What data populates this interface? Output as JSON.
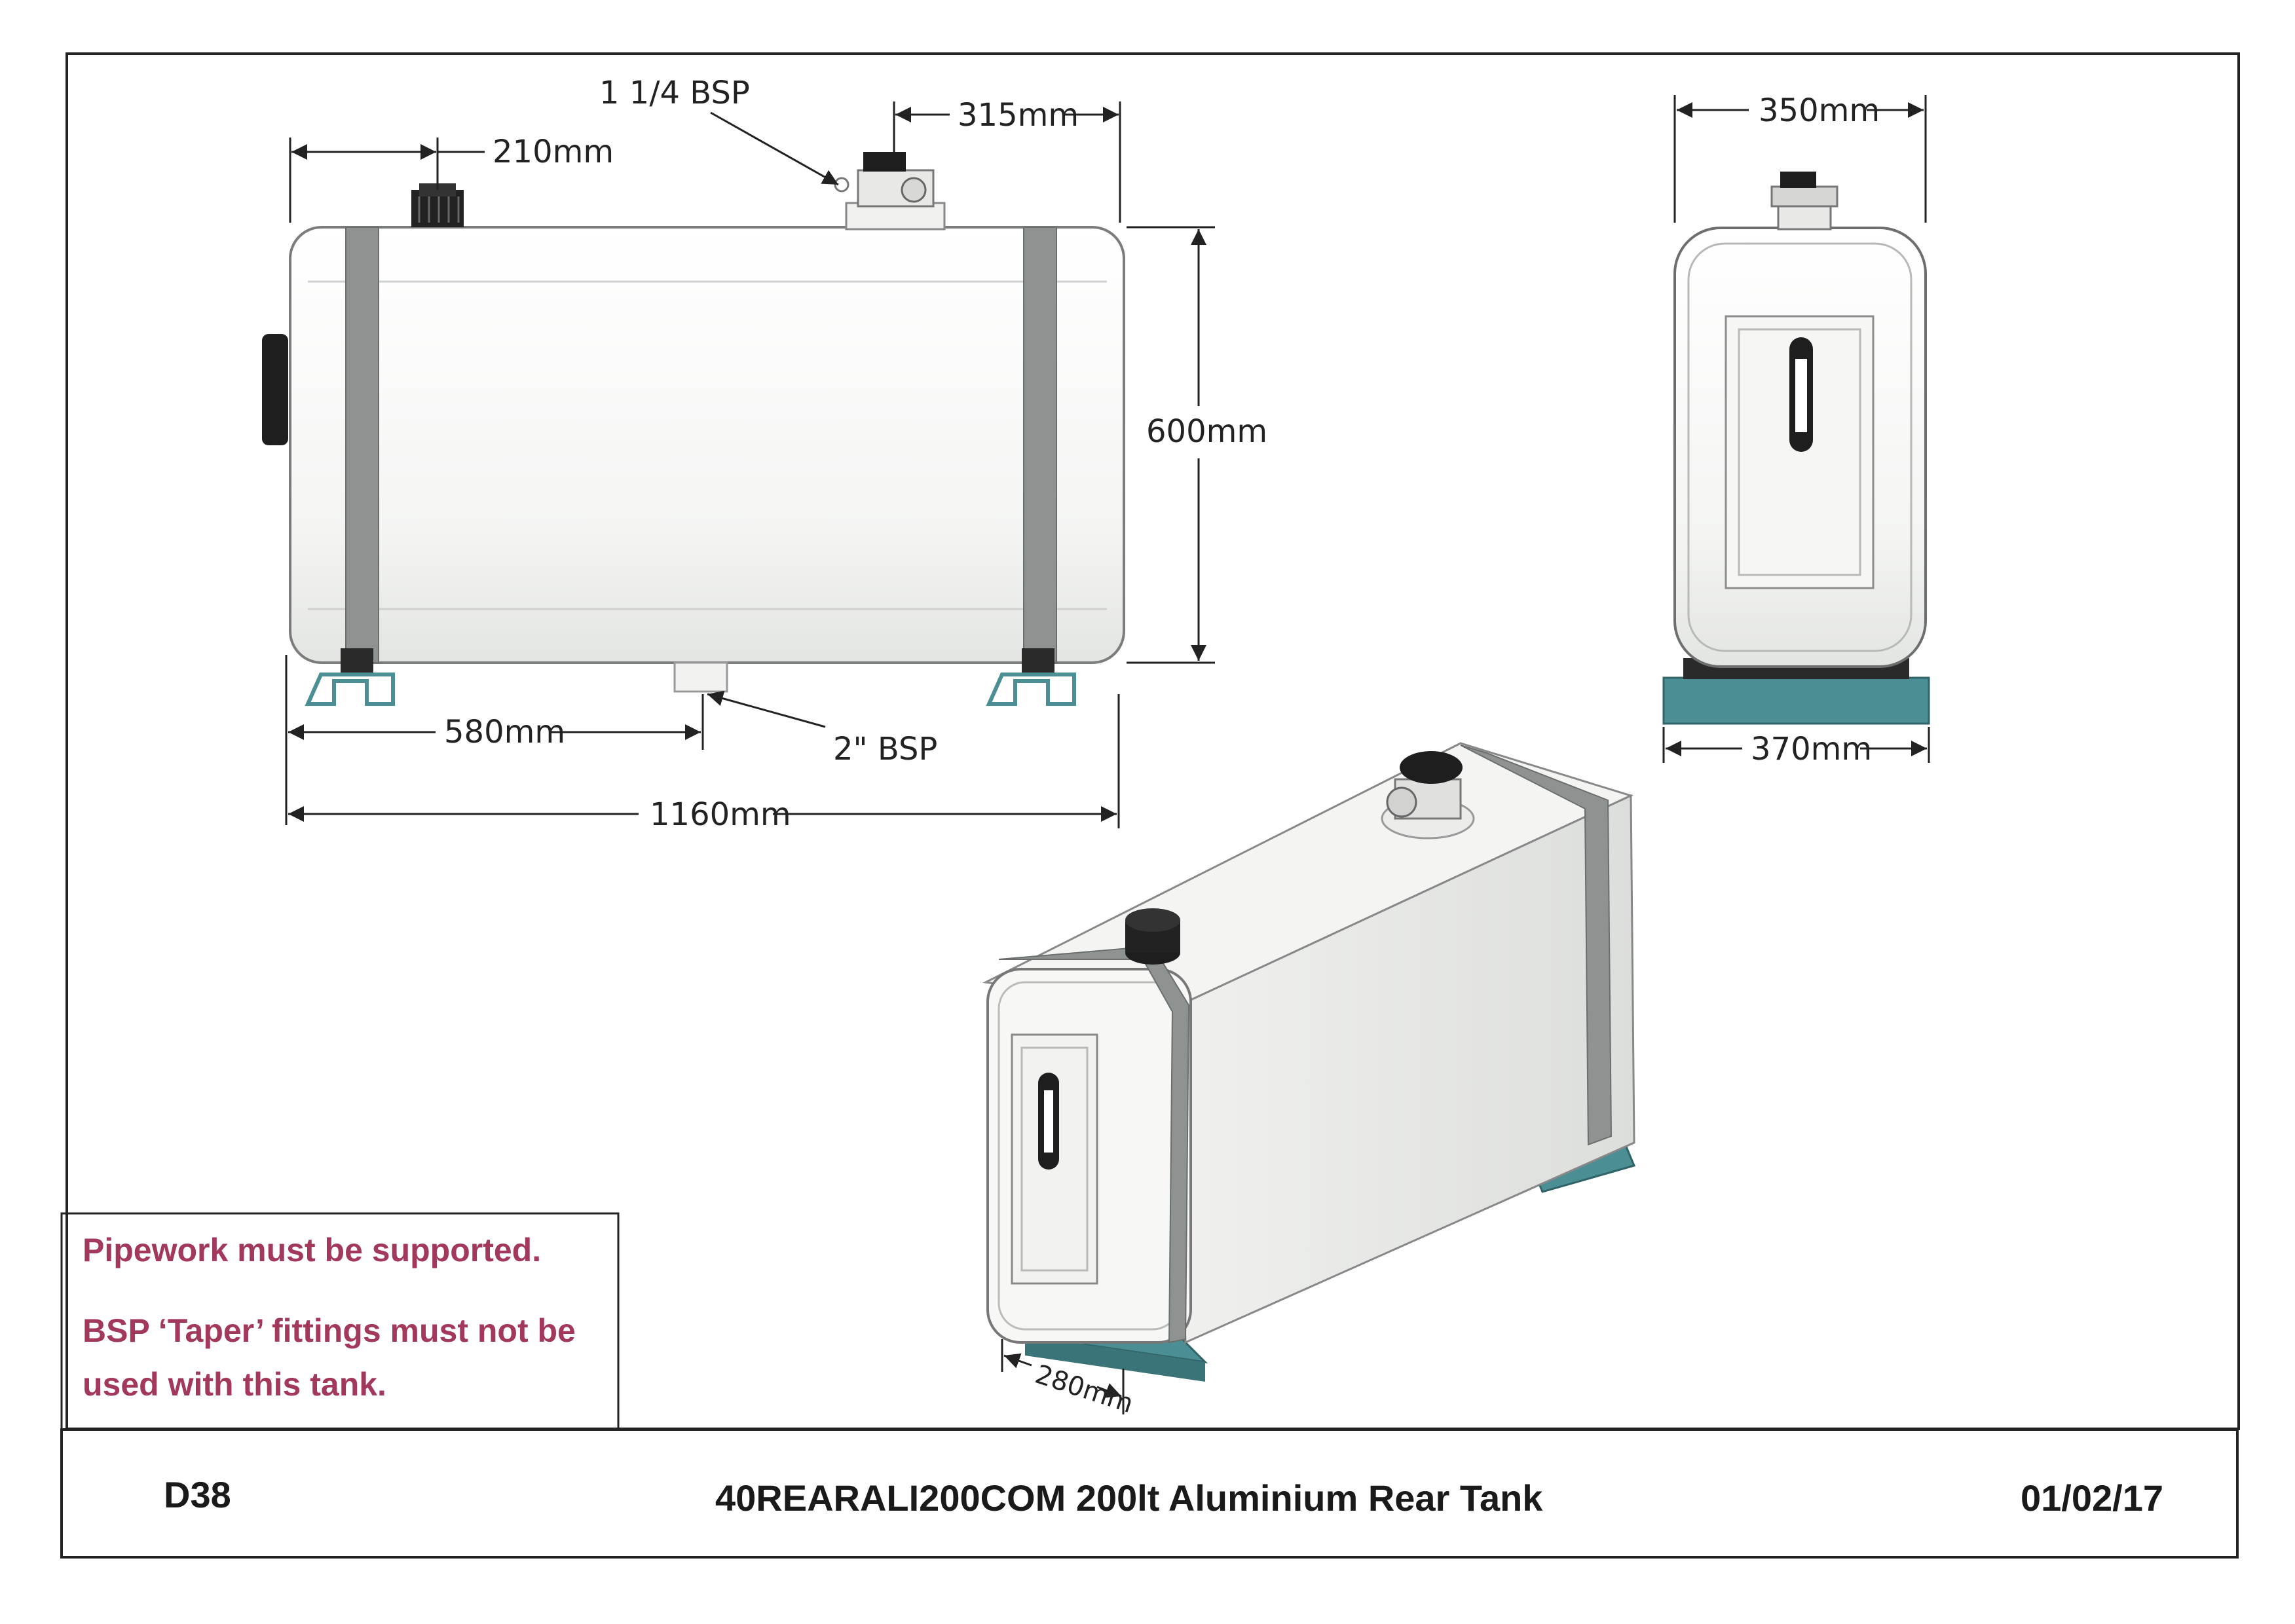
{
  "dimensions": {
    "inlet_bsp": "1 1/4 BSP",
    "outlet_bsp": "2\" BSP",
    "cap_offset": "210mm",
    "inlet_offset": "315mm",
    "height": "600mm",
    "outlet_offset": "580mm",
    "length": "1160mm",
    "width": "350mm",
    "foot_width": "370mm",
    "foot_spacing": "280mm"
  },
  "notes": {
    "line1": "Pipework must be supported.",
    "line2": "BSP ‘Taper’ fittings must not be",
    "line3": "used with this tank."
  },
  "title_block": {
    "drawing_no": "D38",
    "description": "40REARALI200COM 200lt Aluminium Rear Tank",
    "date": "01/02/17"
  },
  "colors": {
    "border": "#222222",
    "note_text": "#a3395a",
    "strap": "#8e9391",
    "mount": "#4b8f94",
    "tank_body": "#f5f6f4"
  }
}
